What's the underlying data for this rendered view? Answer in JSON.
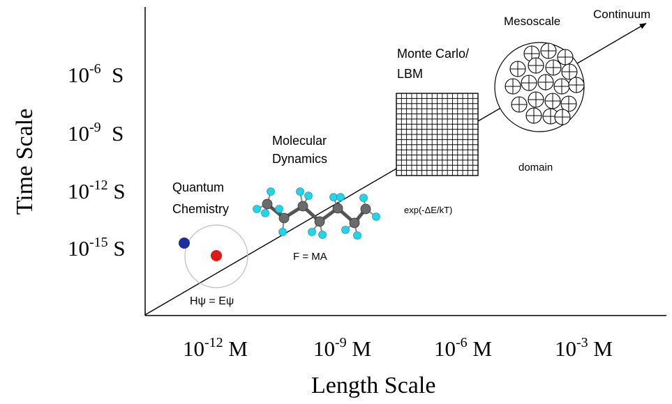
{
  "axes": {
    "y_title": "Time Scale",
    "x_title": "Length Scale",
    "y_ticks": [
      {
        "base": "10",
        "exp": "-6",
        "unit": "S"
      },
      {
        "base": "10",
        "exp": "-9",
        "unit": "S"
      },
      {
        "base": "10",
        "exp": "-12",
        "unit": "S"
      },
      {
        "base": "10",
        "exp": "-15",
        "unit": "S"
      }
    ],
    "x_ticks": [
      {
        "base": "10",
        "exp": "-12",
        "unit": "M"
      },
      {
        "base": "10",
        "exp": "-9",
        "unit": "M"
      },
      {
        "base": "10",
        "exp": "-6",
        "unit": "M"
      },
      {
        "base": "10",
        "exp": "-3",
        "unit": "M"
      }
    ]
  },
  "regions": {
    "quantum": {
      "line1": "Quantum",
      "line2": "Chemistry",
      "equation": "Hψ = Eψ"
    },
    "molecular": {
      "line1": "Molecular",
      "line2": "Dynamics",
      "equation": "F = MA"
    },
    "monte_carlo": {
      "line1": "Monte Carlo/",
      "line2": "LBM",
      "equation": "exp(-ΔE/kT)"
    },
    "mesoscale": {
      "title": "Mesoscale",
      "caption": "domain"
    },
    "continuum": {
      "label": "Continuum"
    }
  },
  "colors": {
    "electron": "#1a2f9e",
    "nucleus": "#e01818",
    "carbon": "#6b6b6b",
    "hydrogen": "#22d4e8"
  }
}
